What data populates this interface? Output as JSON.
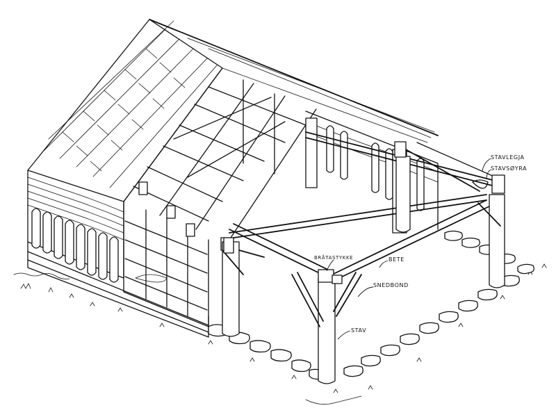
{
  "diagram": {
    "labels": {
      "stavlegja": "STAVLEGJA",
      "stavsoyra": "STAVSØYRA",
      "bratastykke": "BRÅTASTYKKE",
      "bete": "BETE",
      "snedbond": "SNEDBOND",
      "stav": "STAV"
    },
    "colors": {
      "ink": "#111111",
      "paper": "#ffffff"
    }
  }
}
